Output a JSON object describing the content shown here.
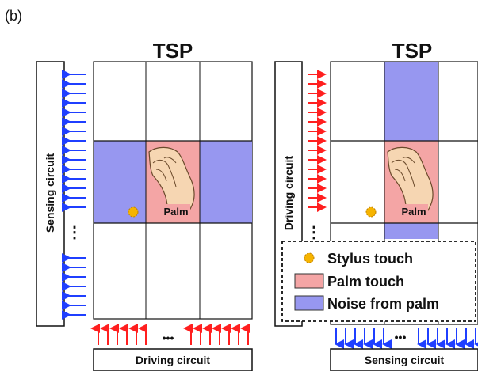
{
  "figure": {
    "label": "(b)"
  },
  "left_panel": {
    "title": "TSP",
    "side_label": "Sensing circuit",
    "bottom_label": "Driving circuit",
    "palm_label": "Palm",
    "dots_vertical": "⋮",
    "dots_horizontal": "•••",
    "arrow_side_color": "#1f3fff",
    "arrow_bottom_color": "#ff1f1f"
  },
  "right_panel": {
    "title": "TSP",
    "side_label": "Driving circuit",
    "bottom_label": "Sensing circuit",
    "palm_label": "Palm",
    "dots_vertical": "⋮",
    "dots_horizontal": "•••",
    "arrow_side_color": "#ff1f1f",
    "arrow_bottom_color": "#1f3fff"
  },
  "legend": {
    "items": [
      {
        "label": "Stylus touch",
        "icon": "stylus-dot-icon",
        "color": "#f6b400"
      },
      {
        "label": "Palm touch",
        "icon": "palm-swatch-icon",
        "color": "#f4a5a5"
      },
      {
        "label": "Noise from palm",
        "icon": "noise-swatch-icon",
        "color": "#9797f0"
      }
    ]
  },
  "colors": {
    "palm_fill": "#f4a5a5",
    "noise_fill": "#9797f0",
    "stylus": "#f6b400",
    "red": "#ff1f1f",
    "blue": "#1f3fff",
    "grid_line": "#222222"
  }
}
